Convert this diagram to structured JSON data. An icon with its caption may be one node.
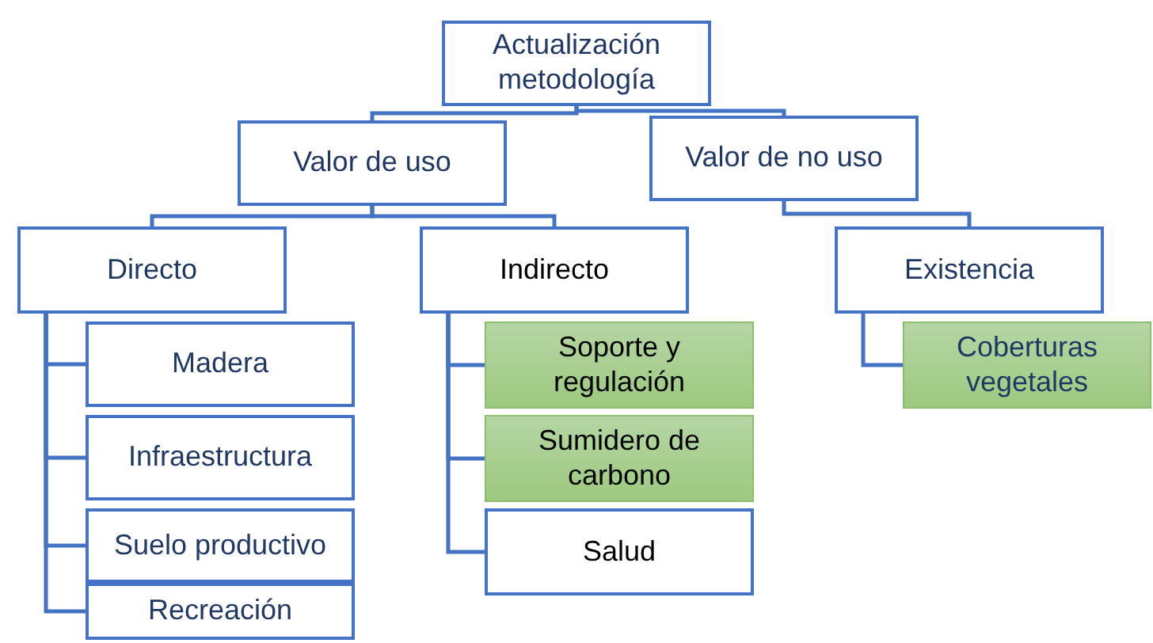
{
  "diagram": {
    "nodes": [
      {
        "text": [
          "Actualización metodología"
        ]
      },
      {
        "text": [
          "Valor de uso"
        ]
      },
      {
        "text": [
          "Valor de no uso"
        ]
      },
      {
        "text": [
          "Directo"
        ]
      },
      {
        "text": [
          "Indirecto"
        ]
      },
      {
        "text": [
          "Existencia"
        ]
      },
      {
        "text": [
          "Madera"
        ]
      },
      {
        "text": [
          "Infraestructura"
        ]
      },
      {
        "text": [
          "Suelo productivo"
        ]
      },
      {
        "text": [
          "Recreación"
        ]
      },
      {
        "text": [
          "Soporte y regulación"
        ]
      },
      {
        "text": [
          "Sumidero de carbono"
        ]
      },
      {
        "text": [
          "Salud"
        ]
      },
      {
        "text": [
          "Coberturas vegetales"
        ]
      }
    ],
    "edges": [
      {
        "from": 0,
        "to": 1,
        "arrow": "none"
      },
      {
        "from": 0,
        "to": 2,
        "arrow": "none"
      },
      {
        "from": 1,
        "to": 3,
        "arrow": "none"
      },
      {
        "from": 1,
        "to": 4,
        "arrow": "none"
      },
      {
        "from": 2,
        "to": 5,
        "arrow": "none"
      },
      {
        "from": 3,
        "to": 6,
        "arrow": "none"
      },
      {
        "from": 3,
        "to": 7,
        "arrow": "none"
      },
      {
        "from": 3,
        "to": 8,
        "arrow": "none"
      },
      {
        "from": 3,
        "to": 9,
        "arrow": "none"
      },
      {
        "from": 4,
        "to": 10,
        "arrow": "none"
      },
      {
        "from": 4,
        "to": 11,
        "arrow": "none"
      },
      {
        "from": 4,
        "to": 12,
        "arrow": "none"
      },
      {
        "from": 5,
        "to": 13,
        "arrow": "none"
      }
    ]
  }
}
